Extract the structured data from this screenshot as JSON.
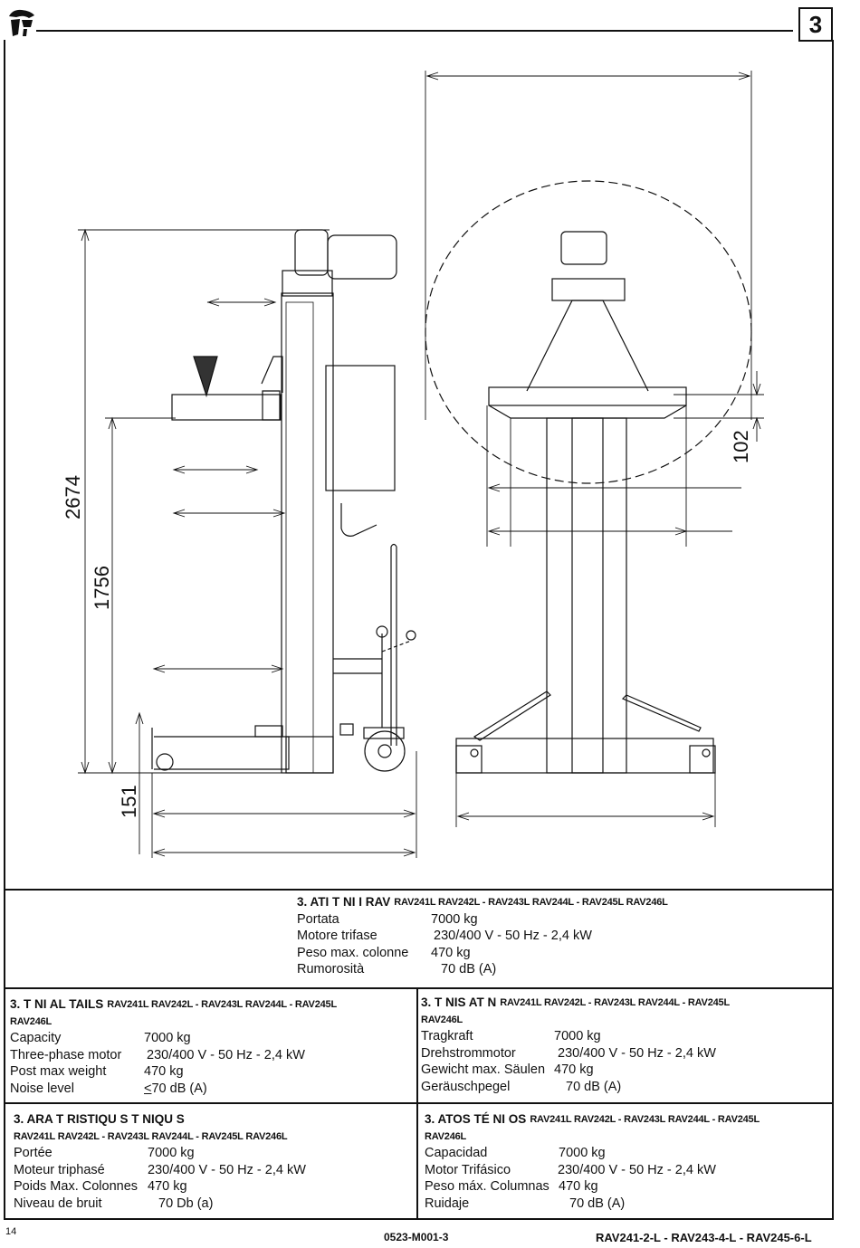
{
  "header": {
    "chapter_number": "3"
  },
  "drawing": {
    "dim_overall_height": "2674",
    "dim_lift_height": "1756",
    "dim_min_height": "151",
    "dim_platform": "102"
  },
  "specs": {
    "it": {
      "heading": "3.   ATI T      NI  I RAV",
      "models": "RAV241L RAV242L - RAV243L RAV244L - RAV245L RAV246L",
      "rows": [
        {
          "label": "Portata",
          "value": "7000  kg"
        },
        {
          "label": "Motore trifase",
          "value": "230/400 V - 50 Hz - 2,4 kW"
        },
        {
          "label": "Peso max. colonne",
          "value": "470 kg"
        },
        {
          "label": "Rumorosità",
          "value": "70 dB (A)"
        }
      ]
    },
    "en": {
      "heading": "3. T        NI  AL      TAILS",
      "models": "RAV241L RAV242L - RAV243L RAV244L - RAV245L",
      "models_2": "RAV246L",
      "rows": [
        {
          "label": "Capacity",
          "value": "7000  kg"
        },
        {
          "label": "Three-phase motor",
          "value": "230/400 V - 50 Hz - 2,4 kW"
        },
        {
          "label": "Post max weight",
          "value": "470 kg"
        },
        {
          "label": "Noise level",
          "value_prefix": "<",
          "value": " 70 dB (A)"
        }
      ]
    },
    "de": {
      "heading": "3. T         NIS           AT   N",
      "models": "RAV241L RAV242L - RAV243L RAV244L - RAV245L",
      "models_2": "RAV246L",
      "rows": [
        {
          "label": "Tragkraft",
          "value": "7000  kg"
        },
        {
          "label": "Drehstrommotor",
          "value": "230/400 V - 50 Hz - 2,4 kW"
        },
        {
          "label": "Gewicht max.  Säulen",
          "value": "470 kg"
        },
        {
          "label": "Geräuschpegel",
          "value": "70 dB (A)"
        }
      ]
    },
    "fr": {
      "heading": "3.   ARA  T  RISTIQU  S T      NIQU  S",
      "models": "RAV241L RAV242L - RAV243L RAV244L - RAV245L RAV246L",
      "rows": [
        {
          "label": "Portée",
          "value": "7000  kg"
        },
        {
          "label": "Moteur triphasé",
          "value": "230/400 V - 50 Hz - 2,4 kW"
        },
        {
          "label": "Poids Max. Colonnes",
          "value": "470 kg"
        },
        {
          "label": "Niveau de bruit",
          "value": "70 Db (a)"
        }
      ]
    },
    "es": {
      "heading": "3.   ATOS TÉ   NI   OS",
      "models": "RAV241L RAV242L - RAV243L RAV244L - RAV245L",
      "models_2": "RAV246L",
      "rows": [
        {
          "label": "Capacidad",
          "value": "7000  kg"
        },
        {
          "label": "Motor Trifásico",
          "value": "230/400 V - 50 Hz - 2,4 kW"
        },
        {
          "label": "Peso máx. Columnas",
          "value": "470 kg"
        },
        {
          "label": "Ruidaje",
          "value": "70 dB (A)"
        }
      ]
    }
  },
  "footer": {
    "page_number": "14",
    "doc_code": "0523-M001-3",
    "models": "RAV241-2-L  -  RAV243-4-L  -  RAV245-6-L"
  }
}
